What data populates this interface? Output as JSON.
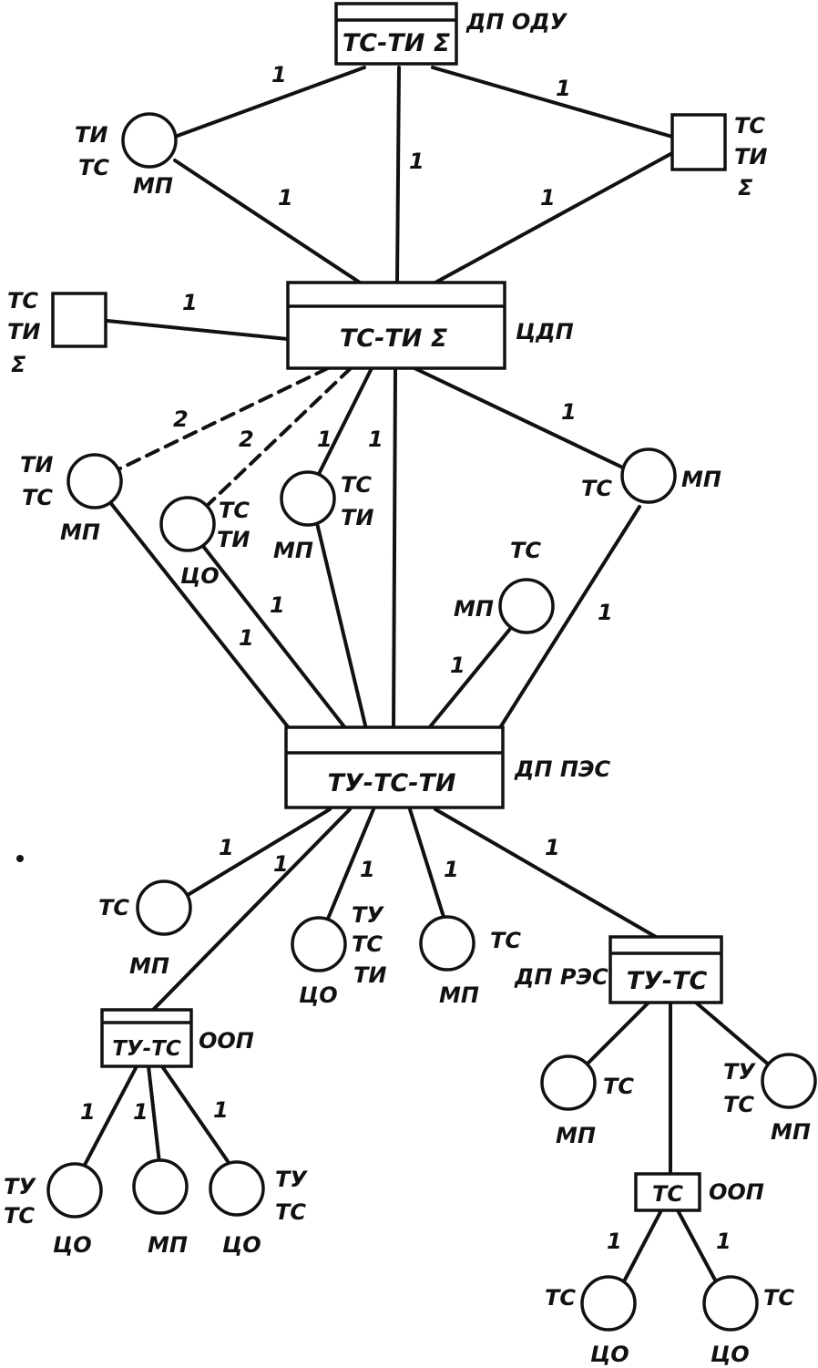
{
  "blocks": {
    "odu": {
      "label": "ТС-ТИ Σ",
      "name": "ДП ОДУ"
    },
    "cdp": {
      "label": "ТС-ТИ Σ",
      "name": "ЦДП"
    },
    "pes": {
      "label": "ТУ-ТС-ТИ",
      "name": "ДП ПЭС"
    },
    "res": {
      "label": "ТУ-ТС",
      "name": "ДП РЭС"
    },
    "oop1": {
      "label": "ТУ-ТС",
      "name": "ООП"
    },
    "oop2": {
      "label": "ТС",
      "name": "ООП"
    }
  },
  "squares": {
    "right": [
      "ТС",
      "ТИ",
      "Σ"
    ],
    "left": [
      "ТС",
      "ТИ",
      "Σ"
    ]
  },
  "circles": {
    "mp_top": {
      "tags": [
        "ТИ",
        "ТС"
      ],
      "kind": "МП"
    },
    "mp_left": {
      "tags": [
        "ТИ",
        "ТС"
      ],
      "kind": "МП"
    },
    "co_a": {
      "tags": [
        "ТС",
        "ТИ"
      ],
      "kind": "ЦО"
    },
    "mp_b": {
      "tags": [
        "ТС",
        "ТИ"
      ],
      "kind": "МП"
    },
    "mp_right": {
      "tags": [
        "ТС"
      ],
      "kind": "МП"
    },
    "mp_mid": {
      "tags": [
        "ТС"
      ],
      "kind": "МП"
    },
    "mp_c": {
      "tags": [
        "ТС"
      ],
      "kind": "МП"
    },
    "co_d": {
      "tags": [
        "ТУ",
        "ТС",
        "ТИ"
      ],
      "kind": "ЦО"
    },
    "mp_e": {
      "tags": [
        "ТС"
      ],
      "kind": "МП"
    },
    "co_f": {
      "tags": [
        "ТУ",
        "ТС"
      ],
      "kind": "ЦО"
    },
    "mp_g": {
      "tags": [],
      "kind": "МП"
    },
    "co_h": {
      "tags": [
        "ТУ",
        "ТС"
      ],
      "kind": "ЦО"
    },
    "mp_i": {
      "tags": [
        "ТС"
      ],
      "kind": "МП"
    },
    "mp_j": {
      "tags": [
        "ТУ",
        "ТС"
      ],
      "kind": "МП"
    },
    "co_k": {
      "tags": [
        "ТС"
      ],
      "kind": "ЦО"
    },
    "co_l": {
      "tags": [
        "ТС"
      ],
      "kind": "ЦО"
    }
  },
  "edges": {
    "e1": "1",
    "e2": "1",
    "e3": "1",
    "e4": "1",
    "e5": "1",
    "e6": "1",
    "e7": "2",
    "e8": "2",
    "e9": "1",
    "e10": "1",
    "e11": "1",
    "e12": "1",
    "e13": "1",
    "e14": "1",
    "e15": "1",
    "e16": "1",
    "e17": "1",
    "e18": "1",
    "e19": "1",
    "e20": "1",
    "e21": "1",
    "e22": "1",
    "e23": "1",
    "e24": "1",
    "e25": "1"
  }
}
